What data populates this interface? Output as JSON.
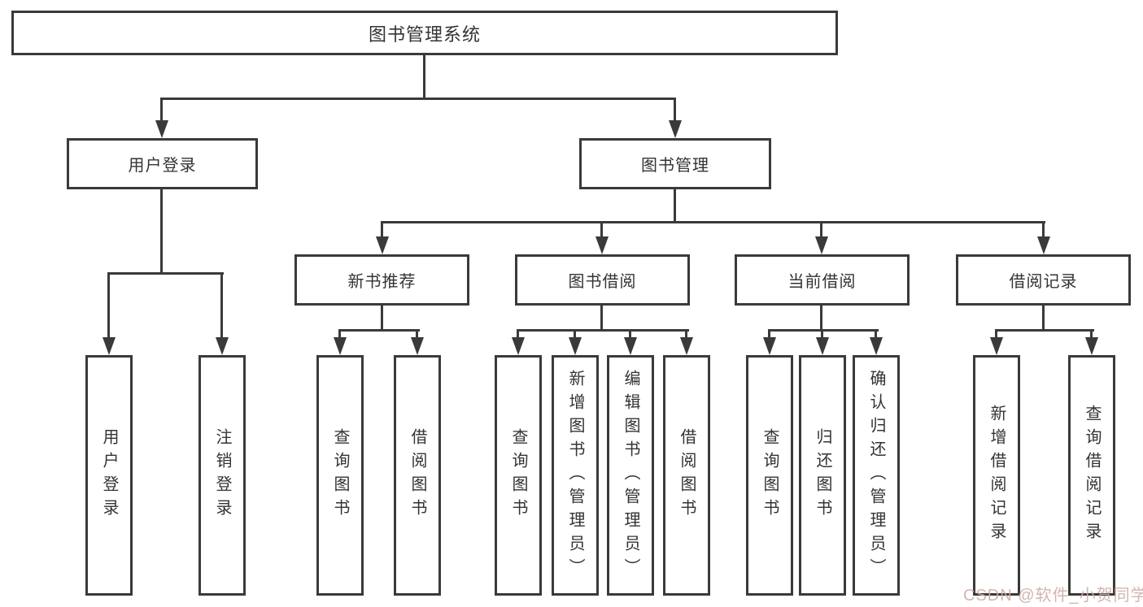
{
  "colors": {
    "line": "#3a3a3a",
    "text": "#333333",
    "watermark": "#cfaea6"
  },
  "tree": {
    "root": "图书管理系统",
    "children": [
      {
        "label": "用户登录",
        "children": [
          {
            "label": "用户登录"
          },
          {
            "label": "注销登录"
          }
        ]
      },
      {
        "label": "图书管理",
        "children": [
          {
            "label": "新书推荐",
            "children": [
              {
                "label": "查询图书"
              },
              {
                "label": "借阅图书"
              }
            ]
          },
          {
            "label": "图书借阅",
            "children": [
              {
                "label": "查询图书"
              },
              {
                "label": "新增图书（管理员）"
              },
              {
                "label": "编辑图书（管理员）"
              },
              {
                "label": "借阅图书"
              }
            ]
          },
          {
            "label": "当前借阅",
            "children": [
              {
                "label": "查询图书"
              },
              {
                "label": "归还图书"
              },
              {
                "label": "确认归还（管理员）"
              }
            ]
          },
          {
            "label": "借阅记录",
            "children": [
              {
                "label": "新增借阅记录"
              },
              {
                "label": "查询借阅记录"
              }
            ]
          }
        ]
      }
    ]
  },
  "watermark": {
    "text": "CSDN @软件_小贺同学"
  }
}
